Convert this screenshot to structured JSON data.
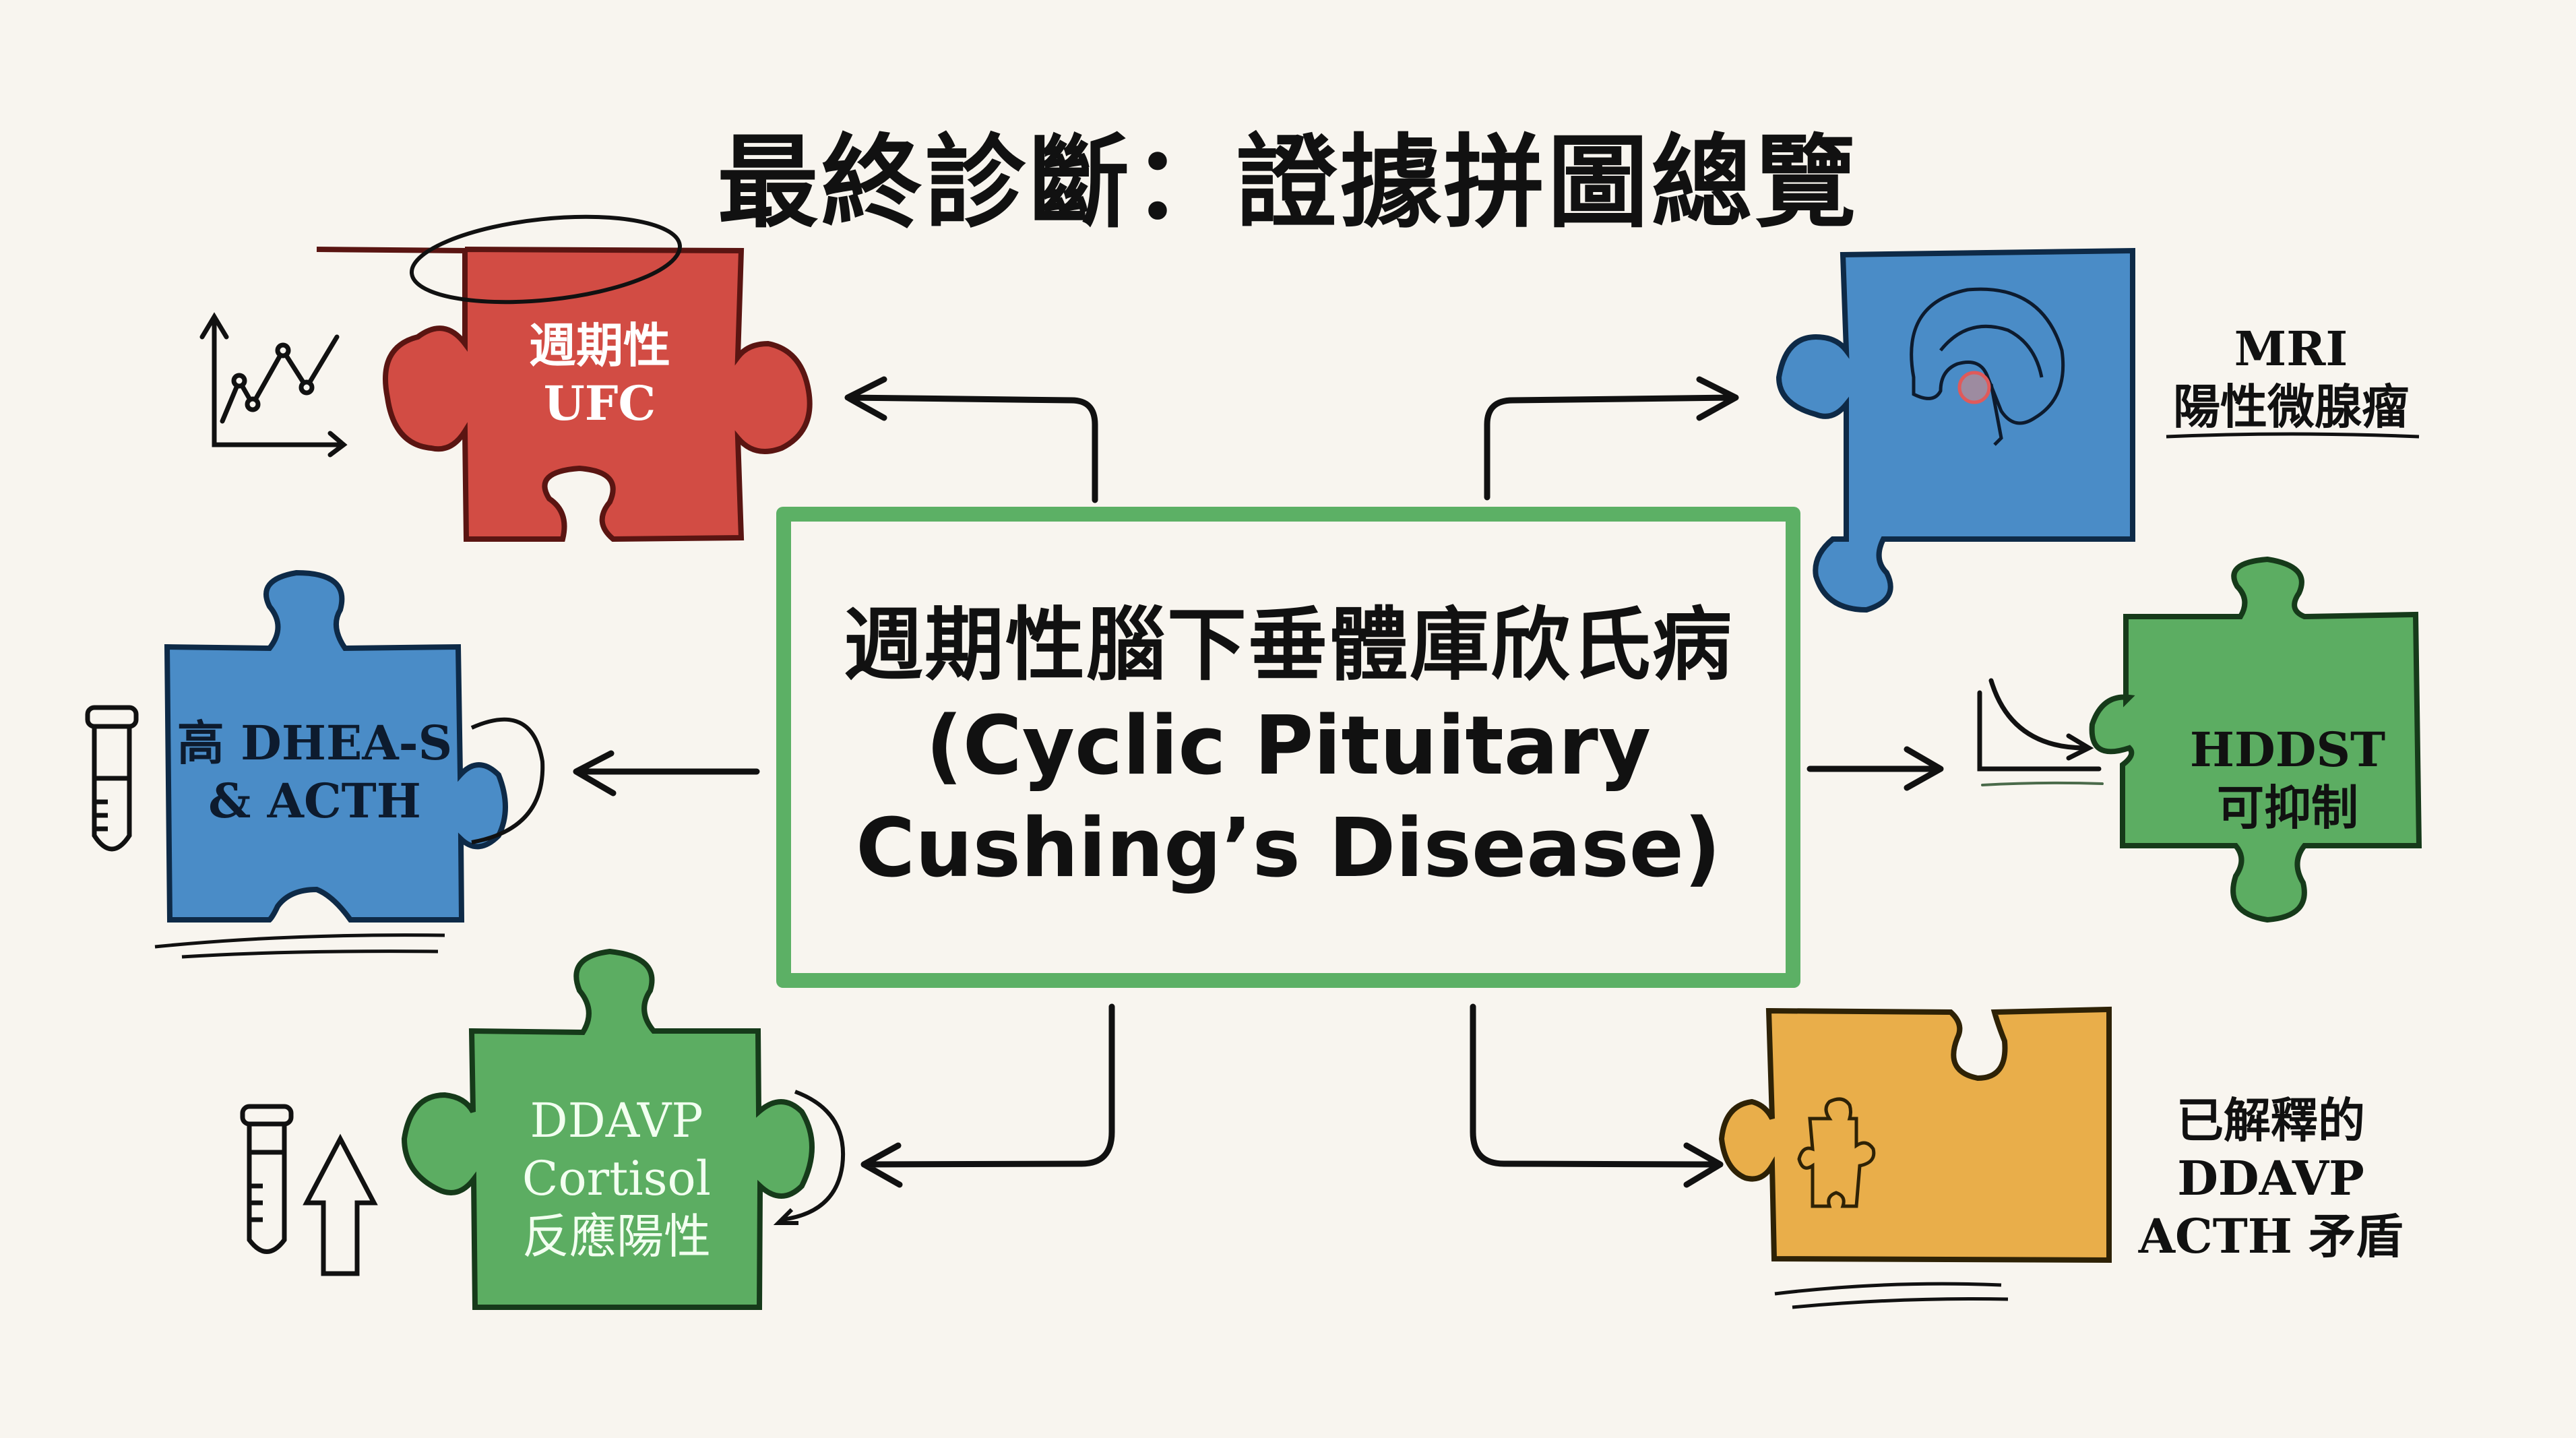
{
  "title": "最終診斷：證據拼圖總覽",
  "diagnosis": {
    "zh": "週期性腦下垂體庫欣氏病",
    "en_line1": "(Cyclic Pituitary",
    "en_line2": "Cushing’s Disease)",
    "border_color": "#5cb065"
  },
  "pieces": [
    {
      "id": "cyclic-ufc",
      "lines": [
        "週期性",
        "UFC"
      ],
      "color": "#d24c44",
      "text_color": "#ffffff",
      "icon": "line-chart-icon",
      "position": "top-left"
    },
    {
      "id": "high-dheas-acth",
      "lines": [
        "高 DHEA-S",
        "& ACTH"
      ],
      "color": "#4a8cc7",
      "text_color": "#0d1b2e",
      "icon": "test-tube-icon",
      "position": "middle-left"
    },
    {
      "id": "ddavp-cortisol",
      "lines": [
        "DDAVP",
        "Cortisol",
        "反應陽性"
      ],
      "color": "#5cad62",
      "text_color": "#ffffff",
      "icon": "test-tube-up-arrow-icon",
      "position": "bottom-left"
    },
    {
      "id": "mri-microadenoma",
      "lines": [],
      "color": "#4a8cc7",
      "icon": "brain-icon",
      "side_lines": [
        "MRI",
        "陽性微腺瘤"
      ],
      "position": "top-right"
    },
    {
      "id": "hddst-suppressible",
      "lines": [
        "HDDST",
        "可抑制"
      ],
      "color": "#5cad62",
      "text_color": "#111111",
      "icon": "decay-curve-icon",
      "position": "middle-right"
    },
    {
      "id": "ddavp-acth-resolved",
      "lines": [],
      "color": "#e9ae4a",
      "icon": "puzzle-piece-icon",
      "side_lines": [
        "已解釋的",
        "DDAVP",
        "ACTH 矛盾"
      ],
      "position": "bottom-right"
    }
  ]
}
